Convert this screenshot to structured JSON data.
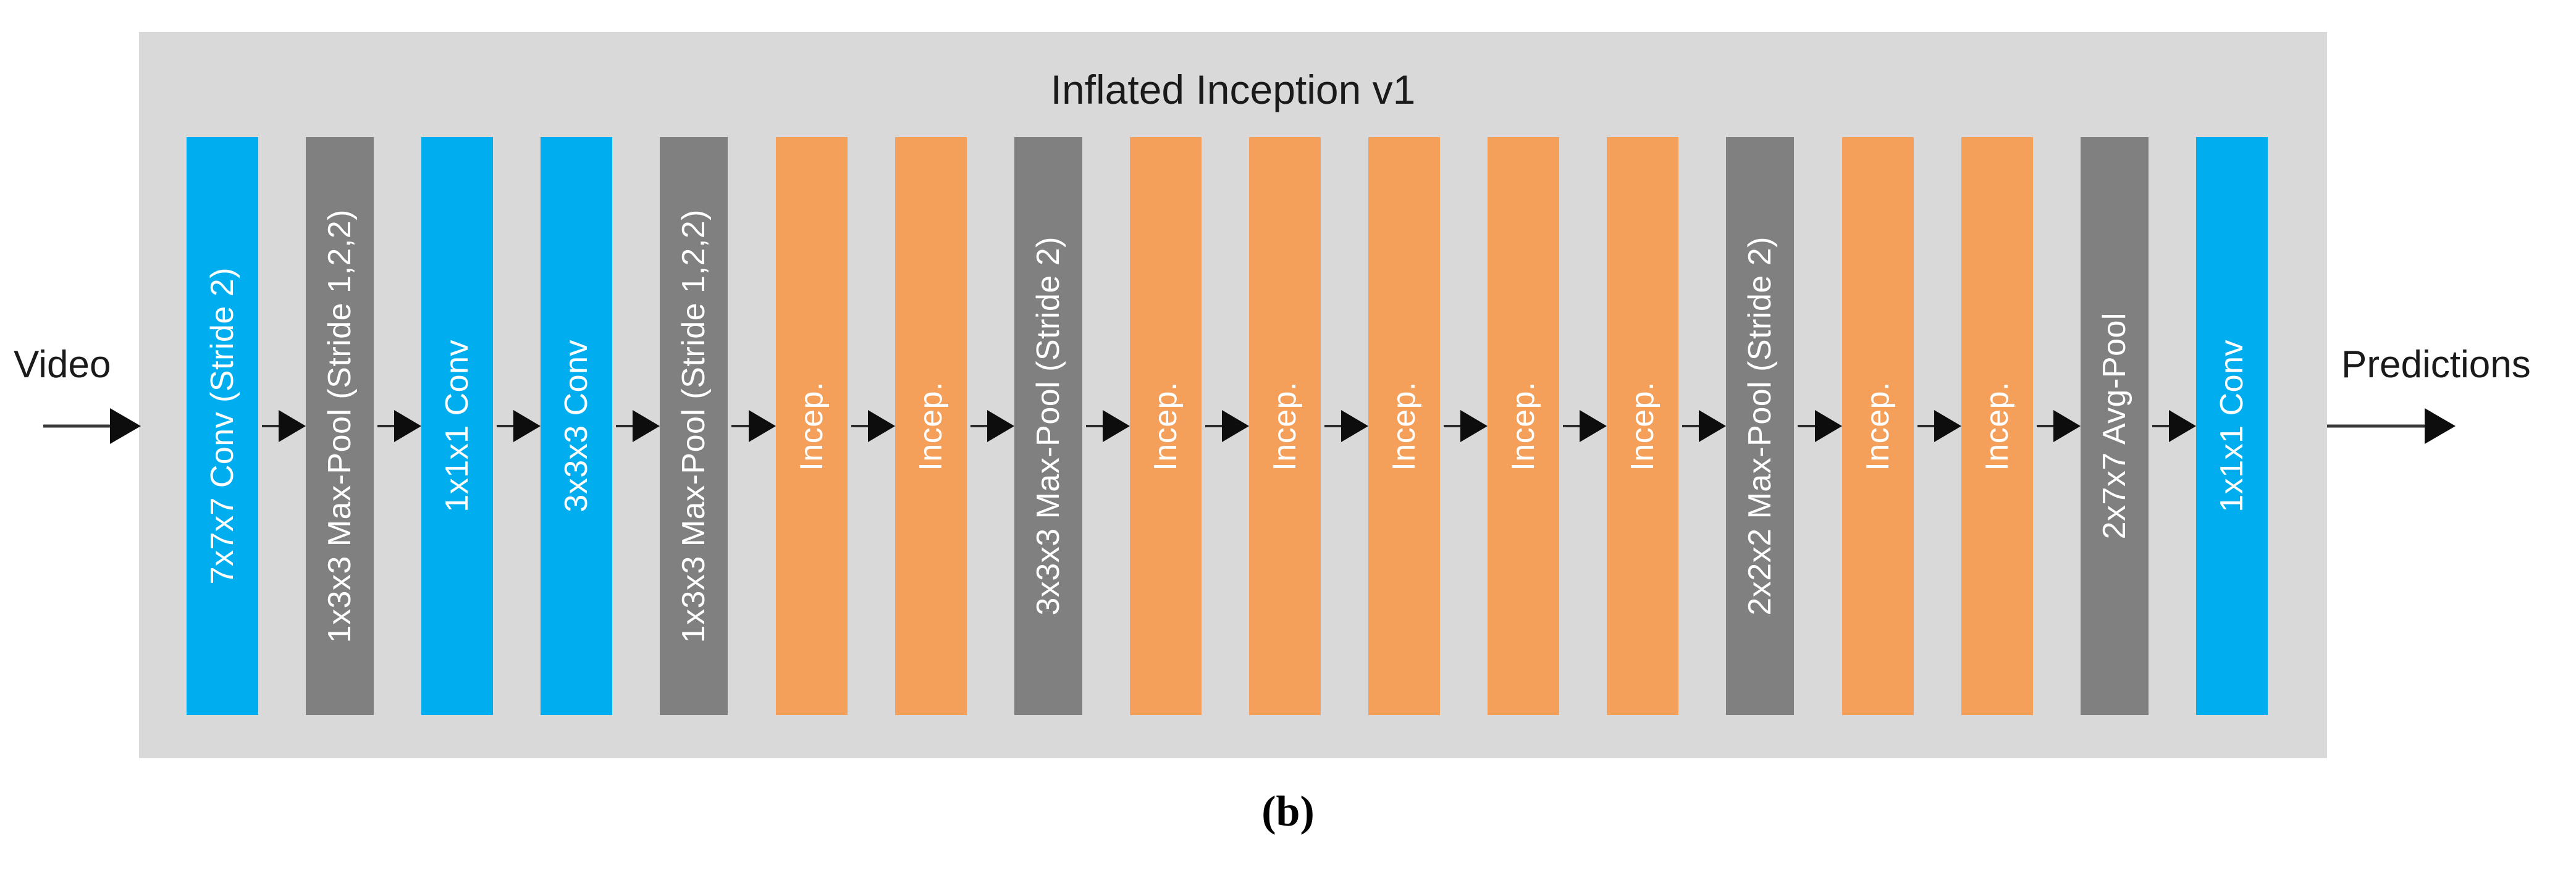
{
  "figure": {
    "title": "Inflated Inception v1",
    "caption": "(b)",
    "input_label": "Video",
    "output_label": "Predictions",
    "panel_background": "#d9d9d9",
    "colors": {
      "conv": "#00AEEF",
      "pool": "#808080",
      "inception": "#F5A05A",
      "panel": "#d9d9d9",
      "arrow": "#0d0d0d",
      "text_on_block": "#ffffff",
      "text_dark": "#1a1a1a"
    }
  },
  "chart_data": {
    "type": "diagram",
    "title": "Inflated Inception v1",
    "flow": "Video -> 7x7x7 Conv (Stride 2) -> 1x3x3 Max-Pool (Stride 1,2,2) -> 1x1x1 Conv -> 3x3x3 Conv -> 1x3x3 Max-Pool (Stride 1,2,2) -> Incep. -> Incep. -> 3x3x3 Max-Pool (Stride 2) -> Incep. x5 -> 2x2x2 Max-Pool (Stride 2) -> Incep. x2 -> 2x7x7 Avg-Pool -> 1x1x1 Conv -> Predictions",
    "block_count": 18
  },
  "blocks": [
    {
      "label": "7x7x7 Conv (Stride 2)",
      "kind": "conv",
      "color": "#00AEEF",
      "width": 116
    },
    {
      "label": "1x3x3 Max-Pool (Stride 1,2,2)",
      "kind": "pool",
      "color": "#808080",
      "width": 110
    },
    {
      "label": "1x1x1 Conv",
      "kind": "conv",
      "color": "#00AEEF",
      "width": 116
    },
    {
      "label": "3x3x3 Conv",
      "kind": "conv",
      "color": "#00AEEF",
      "width": 116
    },
    {
      "label": "1x3x3 Max-Pool (Stride 1,2,2)",
      "kind": "pool",
      "color": "#808080",
      "width": 110
    },
    {
      "label": "Incep.",
      "kind": "inception",
      "color": "#F5A05A",
      "width": 116
    },
    {
      "label": "Incep.",
      "kind": "inception",
      "color": "#F5A05A",
      "width": 116
    },
    {
      "label": "3x3x3 Max-Pool (Stride 2)",
      "kind": "pool",
      "color": "#808080",
      "width": 110
    },
    {
      "label": "Incep.",
      "kind": "inception",
      "color": "#F5A05A",
      "width": 116
    },
    {
      "label": "Incep.",
      "kind": "inception",
      "color": "#F5A05A",
      "width": 116
    },
    {
      "label": "Incep.",
      "kind": "inception",
      "color": "#F5A05A",
      "width": 116
    },
    {
      "label": "Incep.",
      "kind": "inception",
      "color": "#F5A05A",
      "width": 116
    },
    {
      "label": "Incep.",
      "kind": "inception",
      "color": "#F5A05A",
      "width": 116
    },
    {
      "label": "2x2x2 Max-Pool (Stride 2)",
      "kind": "pool",
      "color": "#808080",
      "width": 110
    },
    {
      "label": "Incep.",
      "kind": "inception",
      "color": "#F5A05A",
      "width": 116
    },
    {
      "label": "Incep.",
      "kind": "inception",
      "color": "#F5A05A",
      "width": 116
    },
    {
      "label": "2x7x7 Avg-Pool",
      "kind": "pool",
      "color": "#808080",
      "width": 110
    },
    {
      "label": "1x1x1 Conv",
      "kind": "conv",
      "color": "#00AEEF",
      "width": 116
    }
  ]
}
